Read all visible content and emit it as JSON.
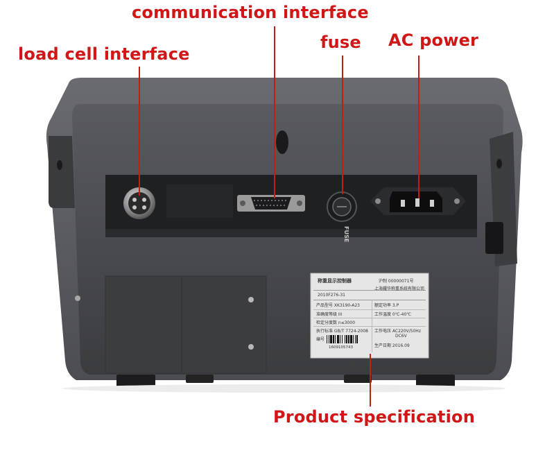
{
  "callouts": {
    "communication": "communication interface",
    "load_cell": "load cell interface",
    "fuse": "fuse",
    "ac_power": "AC power",
    "product_spec": "Product specification"
  },
  "device": {
    "fuse_marking": "FUSE",
    "sticker": {
      "title": "称重显示控制器",
      "cert_no": "沪制 00000071号",
      "manufacturer": "上海耀华称重系统有限公司",
      "pa_no": "2010F276-31",
      "model_row": "产品型号 XK3190-A23",
      "accuracy": "准确度等级 III",
      "power_factor": "额定功率 3.P",
      "divisions": "检定分度数 n≤3000",
      "temperature": "工作温度 0℃-40℃",
      "standard": "执行标准 GB/T 7724-2008",
      "voltage": "工作电压 AC220V/50Hz",
      "dc": "DC6V",
      "serial_label": "编号",
      "barcode_number": "1609105743",
      "production_date": "生产日期 2016.09"
    }
  },
  "colors": {
    "callout_red": "#d01616",
    "housing": "#4b4c51",
    "housing_dark": "#2a2b2f",
    "recess": "#1e1f22"
  }
}
